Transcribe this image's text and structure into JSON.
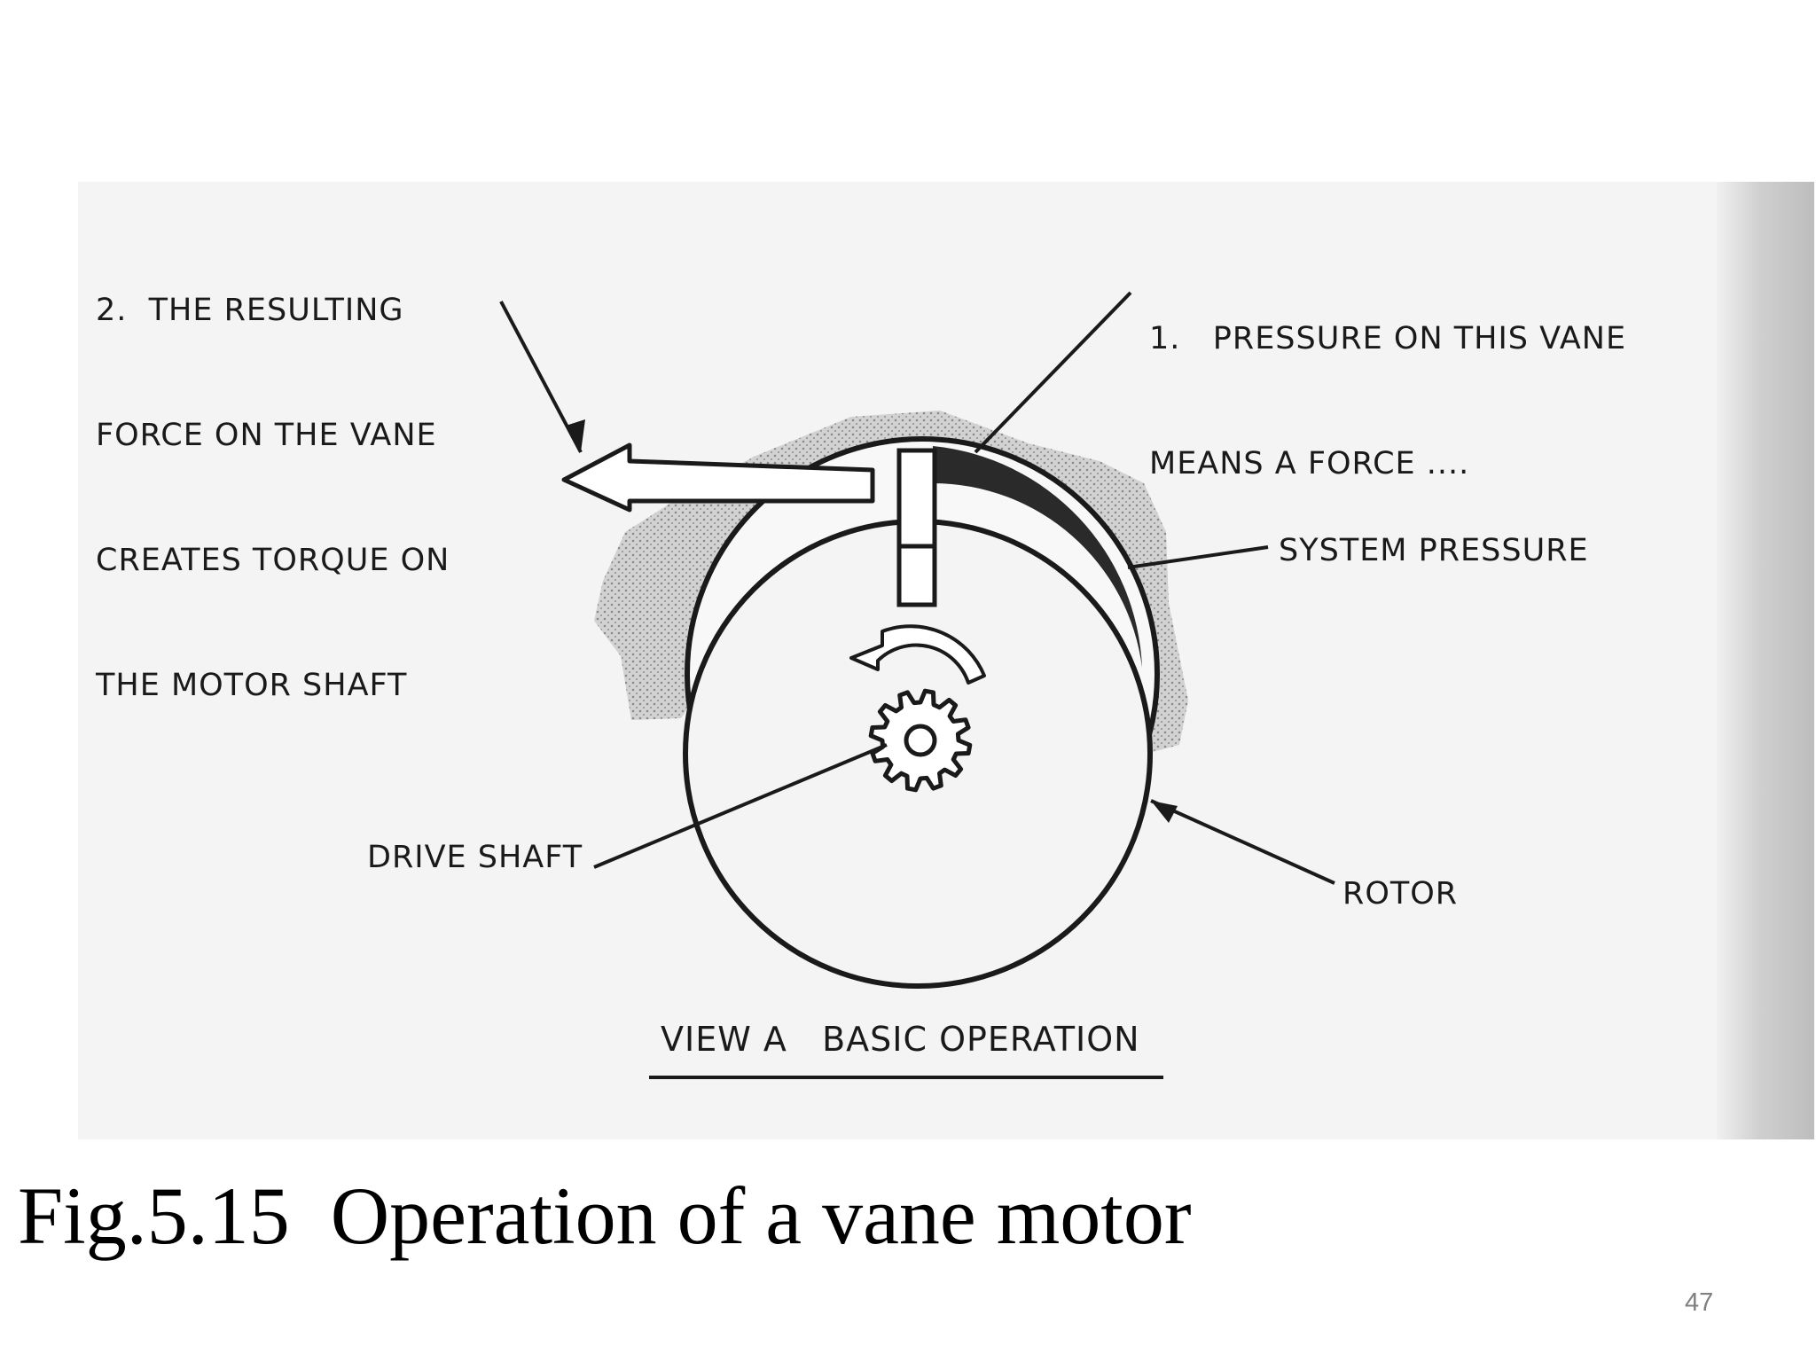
{
  "diagram": {
    "annotation_2": [
      "2.  THE RESULTING",
      "FORCE ON THE VANE",
      "CREATES TORQUE ON",
      "THE MOTOR SHAFT"
    ],
    "annotation_1": [
      "1.   PRESSURE ON THIS VANE",
      "MEANS A FORCE ...."
    ],
    "system_pressure_label": "SYSTEM PRESSURE",
    "drive_shaft_label": "DRIVE SHAFT",
    "rotor_label": "ROTOR",
    "view_title": "VIEW A   BASIC OPERATION"
  },
  "caption": "Fig.5.15  Operation of a vane motor",
  "page_number": "47"
}
